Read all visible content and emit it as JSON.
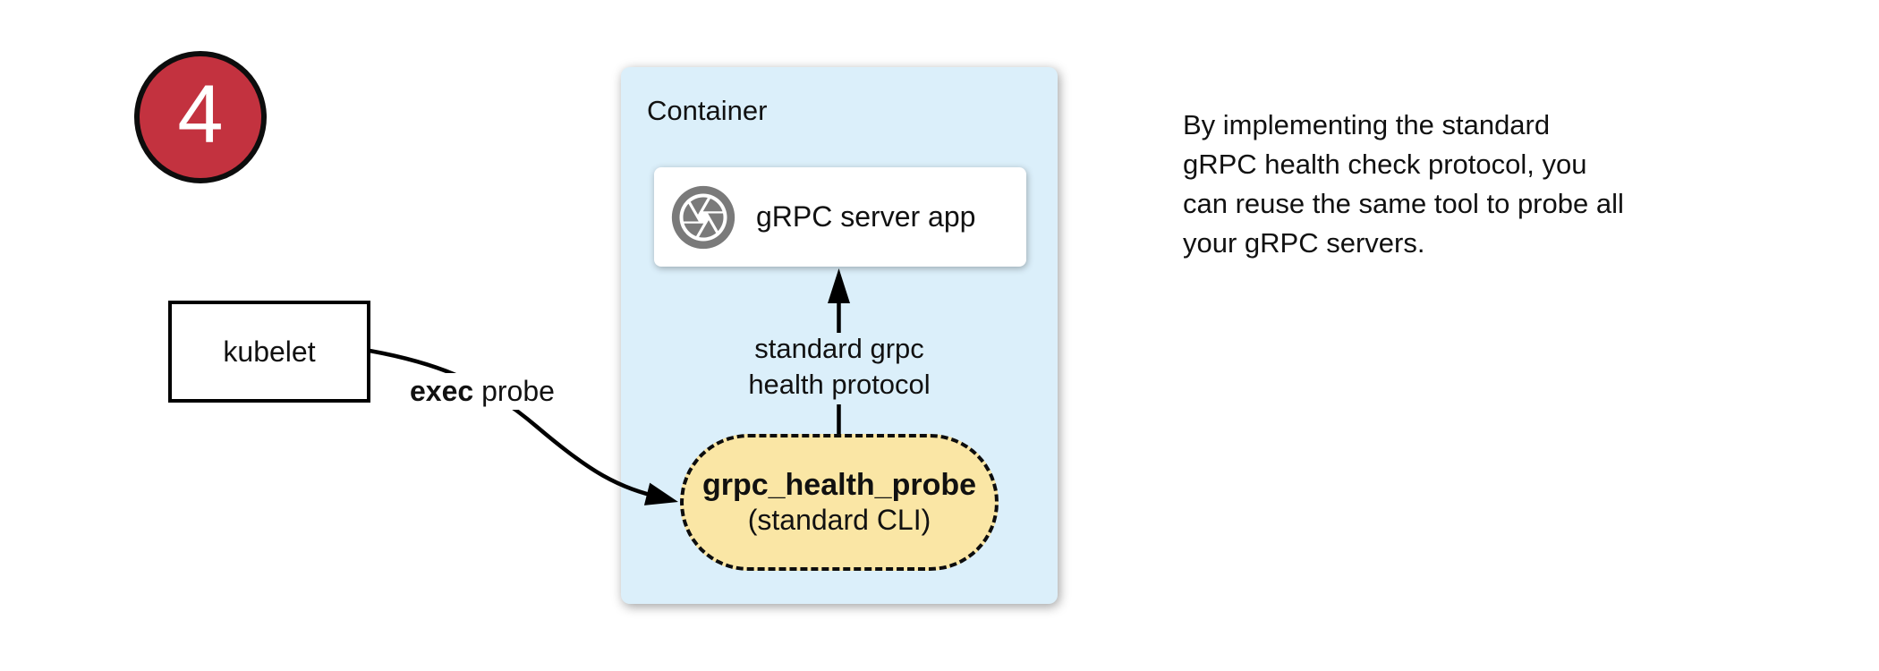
{
  "colors": {
    "badge_red": "#C3323F",
    "container_blue": "#DBEFFA",
    "probe_yellow": "#FAE6A5",
    "icon_gray": "#7A7A7A"
  },
  "badge": {
    "number": "4"
  },
  "kubelet_box": {
    "label": "kubelet"
  },
  "exec_probe_label": {
    "bold": "exec",
    "rest": " probe"
  },
  "container_box": {
    "title": "Container",
    "server_box": {
      "label": "gRPC server app",
      "icon": "camera-aperture-icon"
    },
    "protocol_arrow_label": {
      "lines": [
        "standard grpc",
        "health protocol"
      ]
    },
    "probe_pill": {
      "name": "grpc_health_probe",
      "subtitle": "(standard CLI)"
    }
  },
  "note": {
    "lines": [
      "By implementing the standard",
      "gRPC health check protocol, you",
      "can reuse the same tool to probe all",
      "your gRPC servers."
    ]
  }
}
